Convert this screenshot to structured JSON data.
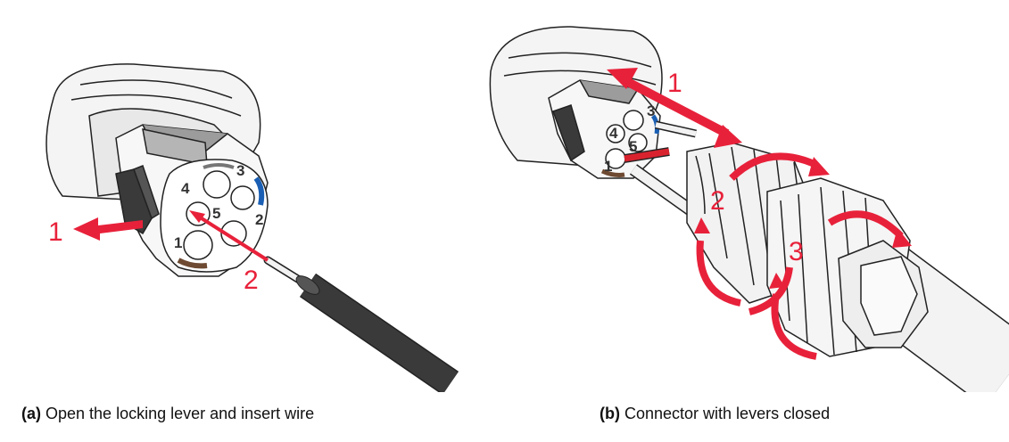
{
  "panel_a": {
    "caption_letter": "(a)",
    "caption_text": "Open the locking lever and insert wire",
    "step_labels": [
      "1",
      "2"
    ],
    "pin_labels": [
      "1",
      "2",
      "3",
      "4",
      "5"
    ]
  },
  "panel_b": {
    "caption_letter": "(b)",
    "caption_text": "Connector with levers closed",
    "step_labels": [
      "1",
      "2",
      "3"
    ],
    "pin_labels": [
      "1",
      "3",
      "4",
      "5"
    ]
  },
  "colors": {
    "arrow_red": "#e8213a",
    "pin_blue": "#1a5fb4",
    "pin_brown": "#6e4a32",
    "wire_black": "#3a3a3a",
    "outline": "#222222"
  }
}
